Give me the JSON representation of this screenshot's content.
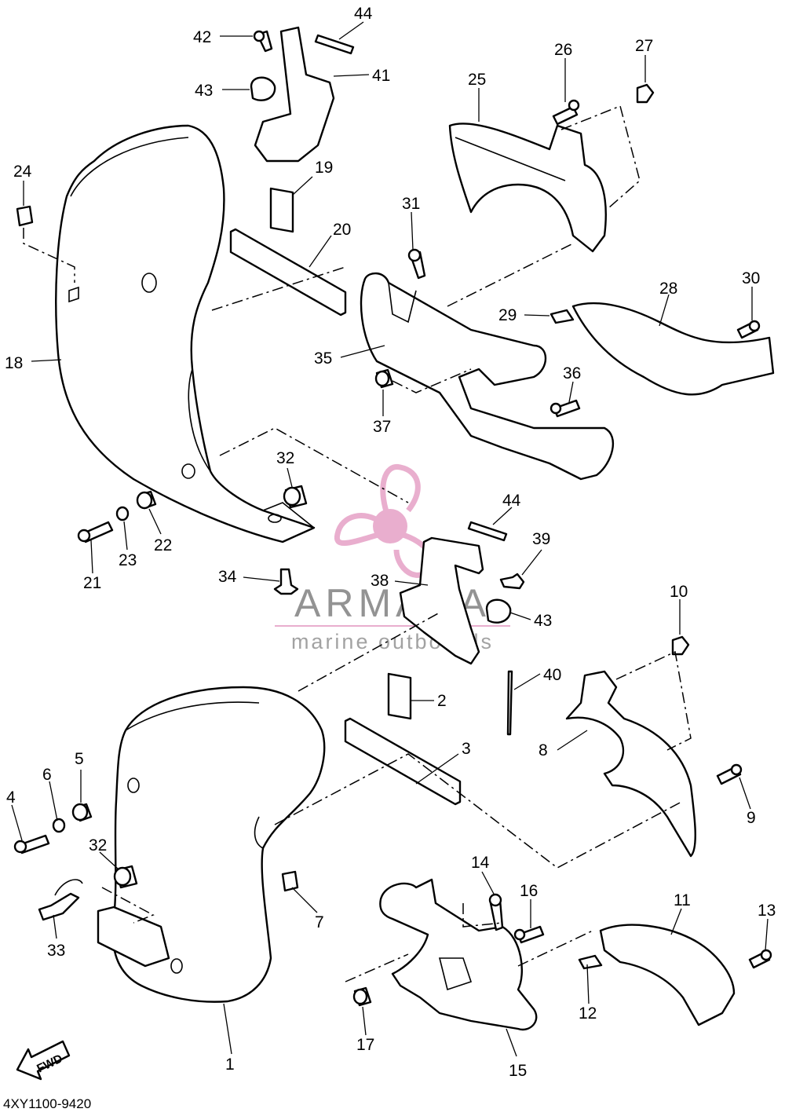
{
  "watermark": {
    "brand": "ARMADA",
    "tagline": "marine outboards",
    "logo_color": "#e7a6c9",
    "text_color": "#888888"
  },
  "diagram_code": "4XY1100-9420",
  "fwd_label": "FWD",
  "callouts": [
    "1",
    "2",
    "3",
    "4",
    "5",
    "6",
    "7",
    "8",
    "9",
    "10",
    "11",
    "12",
    "13",
    "14",
    "15",
    "16",
    "17",
    "18",
    "19",
    "20",
    "21",
    "22",
    "23",
    "24",
    "25",
    "26",
    "27",
    "28",
    "29",
    "30",
    "31",
    "32",
    "32",
    "33",
    "34",
    "35",
    "36",
    "37",
    "38",
    "39",
    "40",
    "41",
    "42",
    "43",
    "43",
    "44",
    "44"
  ]
}
